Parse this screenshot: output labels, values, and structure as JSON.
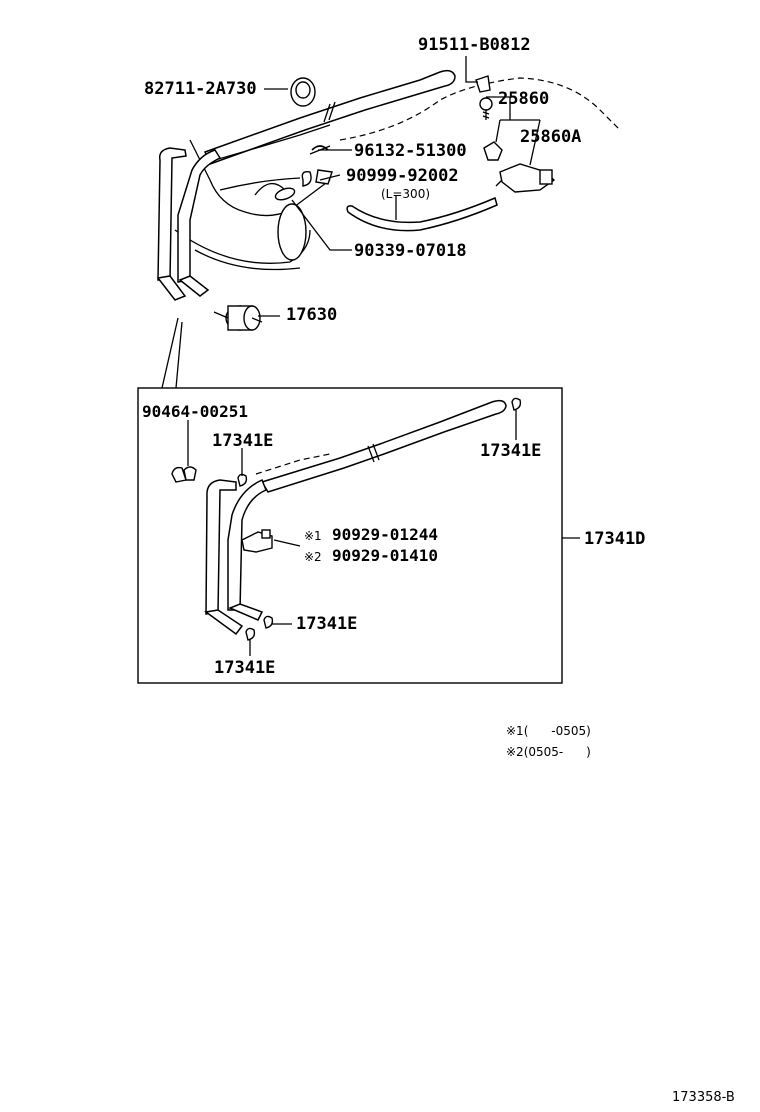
{
  "parts_upper": {
    "p_91511": "91511-B0812",
    "p_82711": "82711-2A730",
    "p_25860": "25860",
    "p_25860a": "25860A",
    "p_96132": "96132-51300",
    "p_90999": "90999-92002",
    "p_length": "(L=300)",
    "p_90339": "90339-07018",
    "p_17630": "17630"
  },
  "parts_box": {
    "p_90464": "90464-00251",
    "p_17341e_a": "17341E",
    "p_17341e_b": "17341E",
    "p_17341e_c": "17341E",
    "p_17341e_d": "17341E",
    "p_mark1": "※1",
    "p_90929_1244": "90929-01244",
    "p_mark2": "※2",
    "p_90929_1410": "90929-01410",
    "p_17341d": "17341D"
  },
  "notes": {
    "note1": "※1(      -0505)",
    "note2": "※2(0505-      )"
  },
  "reference": "173358-B"
}
